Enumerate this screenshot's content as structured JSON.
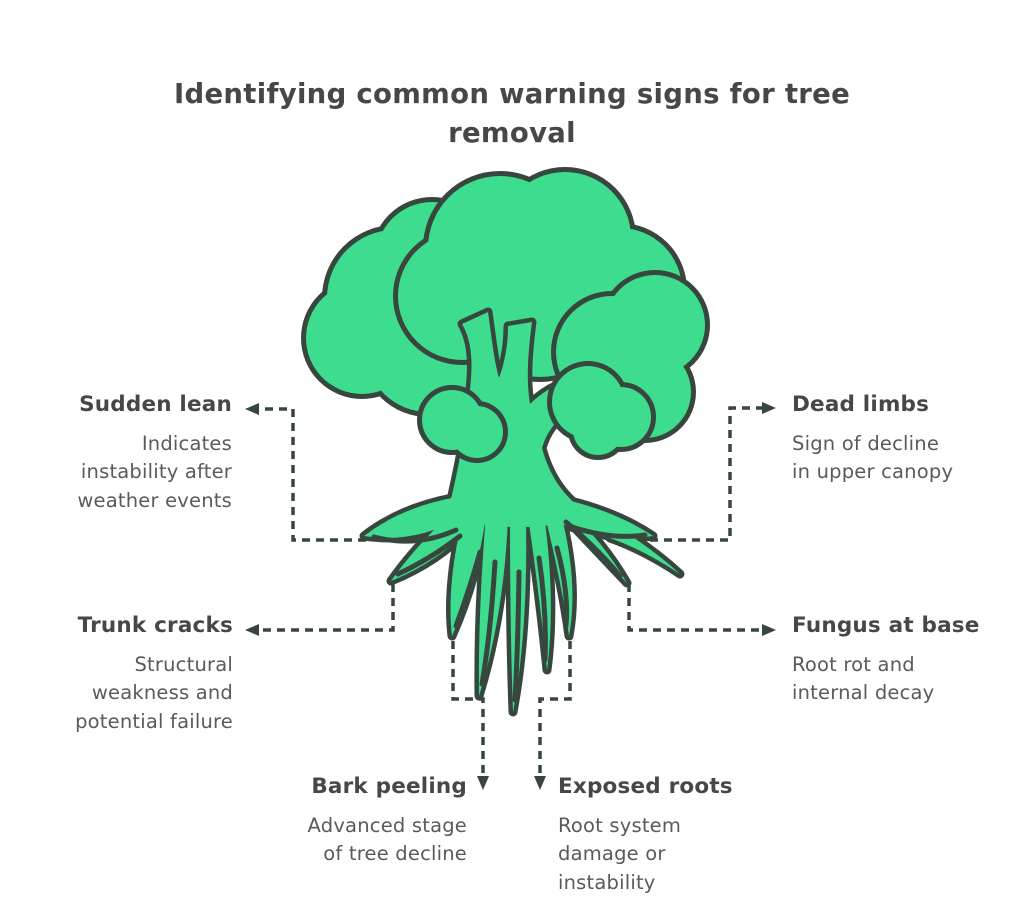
{
  "title": "Identifying common warning signs for tree removal",
  "colors": {
    "background": "#ffffff",
    "green": "#3edc8e",
    "outline": "#37473e",
    "heading": "#474747",
    "body": "#5a5a5a"
  },
  "illustration": {
    "subject": "cartoon tree with canopy and exposed roots",
    "style": "flat green illustration with dark outline"
  },
  "callouts": [
    {
      "id": "sudden-lean",
      "label": "Sudden lean",
      "description": "Indicates instability after weather events",
      "position": "upper-left",
      "arrow_direction": "left"
    },
    {
      "id": "dead-limbs",
      "label": "Dead limbs",
      "description": "Sign of decline in upper canopy",
      "position": "upper-right",
      "arrow_direction": "right"
    },
    {
      "id": "trunk-cracks",
      "label": "Trunk cracks",
      "description": "Structural weakness and potential failure",
      "position": "middle-left",
      "arrow_direction": "left"
    },
    {
      "id": "fungus-at-base",
      "label": "Fungus at base",
      "description": "Root rot and internal decay",
      "position": "middle-right",
      "arrow_direction": "right"
    },
    {
      "id": "bark-peeling",
      "label": "Bark peeling",
      "description": "Advanced stage of tree decline",
      "position": "bottom-left",
      "arrow_direction": "down"
    },
    {
      "id": "exposed-roots",
      "label": "Exposed roots",
      "description": "Root system damage or instability",
      "position": "bottom-right",
      "arrow_direction": "down"
    }
  ]
}
